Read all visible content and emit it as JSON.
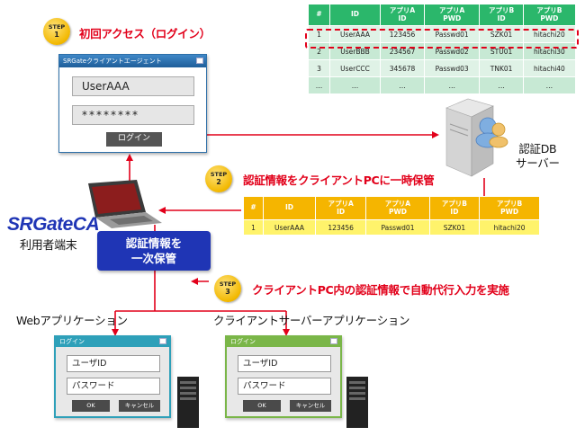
{
  "step1": {
    "badge_word": "STEP",
    "badge_num": "1",
    "title": "初回アクセス（ログイン）"
  },
  "step2": {
    "badge_word": "STEP",
    "badge_num": "2",
    "title": "認証情報をクライアントPCに一時保管"
  },
  "step3": {
    "badge_word": "STEP",
    "badge_num": "3",
    "title": "クライアントPC内の認証情報で自動代行入力を実施"
  },
  "agent_window": {
    "title": "SRGateクライアントエージェント",
    "user_value": "UserAAA",
    "password_value": "********",
    "login_button": "ログイン"
  },
  "db_table": {
    "headers": [
      "#",
      "ID",
      "アプリA\nID",
      "アプリA\nPWD",
      "アプリB\nID",
      "アプリB\nPWD"
    ],
    "rows": [
      [
        "1",
        "UserAAA",
        "123456",
        "Passwd01",
        "SZK01",
        "hitachi20"
      ],
      [
        "2",
        "UserBBB",
        "234567",
        "Passwd02",
        "STU01",
        "hitachi30"
      ],
      [
        "3",
        "UserCCC",
        "345678",
        "Passwd03",
        "TNK01",
        "hitachi40"
      ],
      [
        "…",
        "…",
        "…",
        "…",
        "…",
        "…"
      ]
    ]
  },
  "db_server_label_line1": "認証DB",
  "db_server_label_line2": "サーバー",
  "cache_table": {
    "headers": [
      "#",
      "ID",
      "アプリA\nID",
      "アプリA\nPWD",
      "アプリB\nID",
      "アプリB\nPWD"
    ],
    "row": [
      "1",
      "UserAAA",
      "123456",
      "Passwd01",
      "SZK01",
      "hitachi20"
    ]
  },
  "brand": {
    "logo_text": "SRGateCA",
    "terminal_label": "利用者端末"
  },
  "cache_box": {
    "line1": "認証情報を",
    "line2": "一次保管"
  },
  "web_app_label": "Webアプリケーション",
  "cs_app_label": "クライアントサーバーアプリケーション",
  "web_login": {
    "title": "ログイン",
    "user_field": "ユーザID",
    "password_field": "パスワード",
    "ok": "OK",
    "cancel": "キャンセル"
  },
  "cs_login": {
    "title": "ログイン",
    "user_field": "ユーザID",
    "password_field": "パスワード",
    "ok": "OK",
    "cancel": "キャンセル"
  },
  "colors": {
    "red": "#e2001a",
    "green_header": "#2bb76b",
    "yellow_header": "#f5b500",
    "navy_box": "#1f35b5"
  }
}
